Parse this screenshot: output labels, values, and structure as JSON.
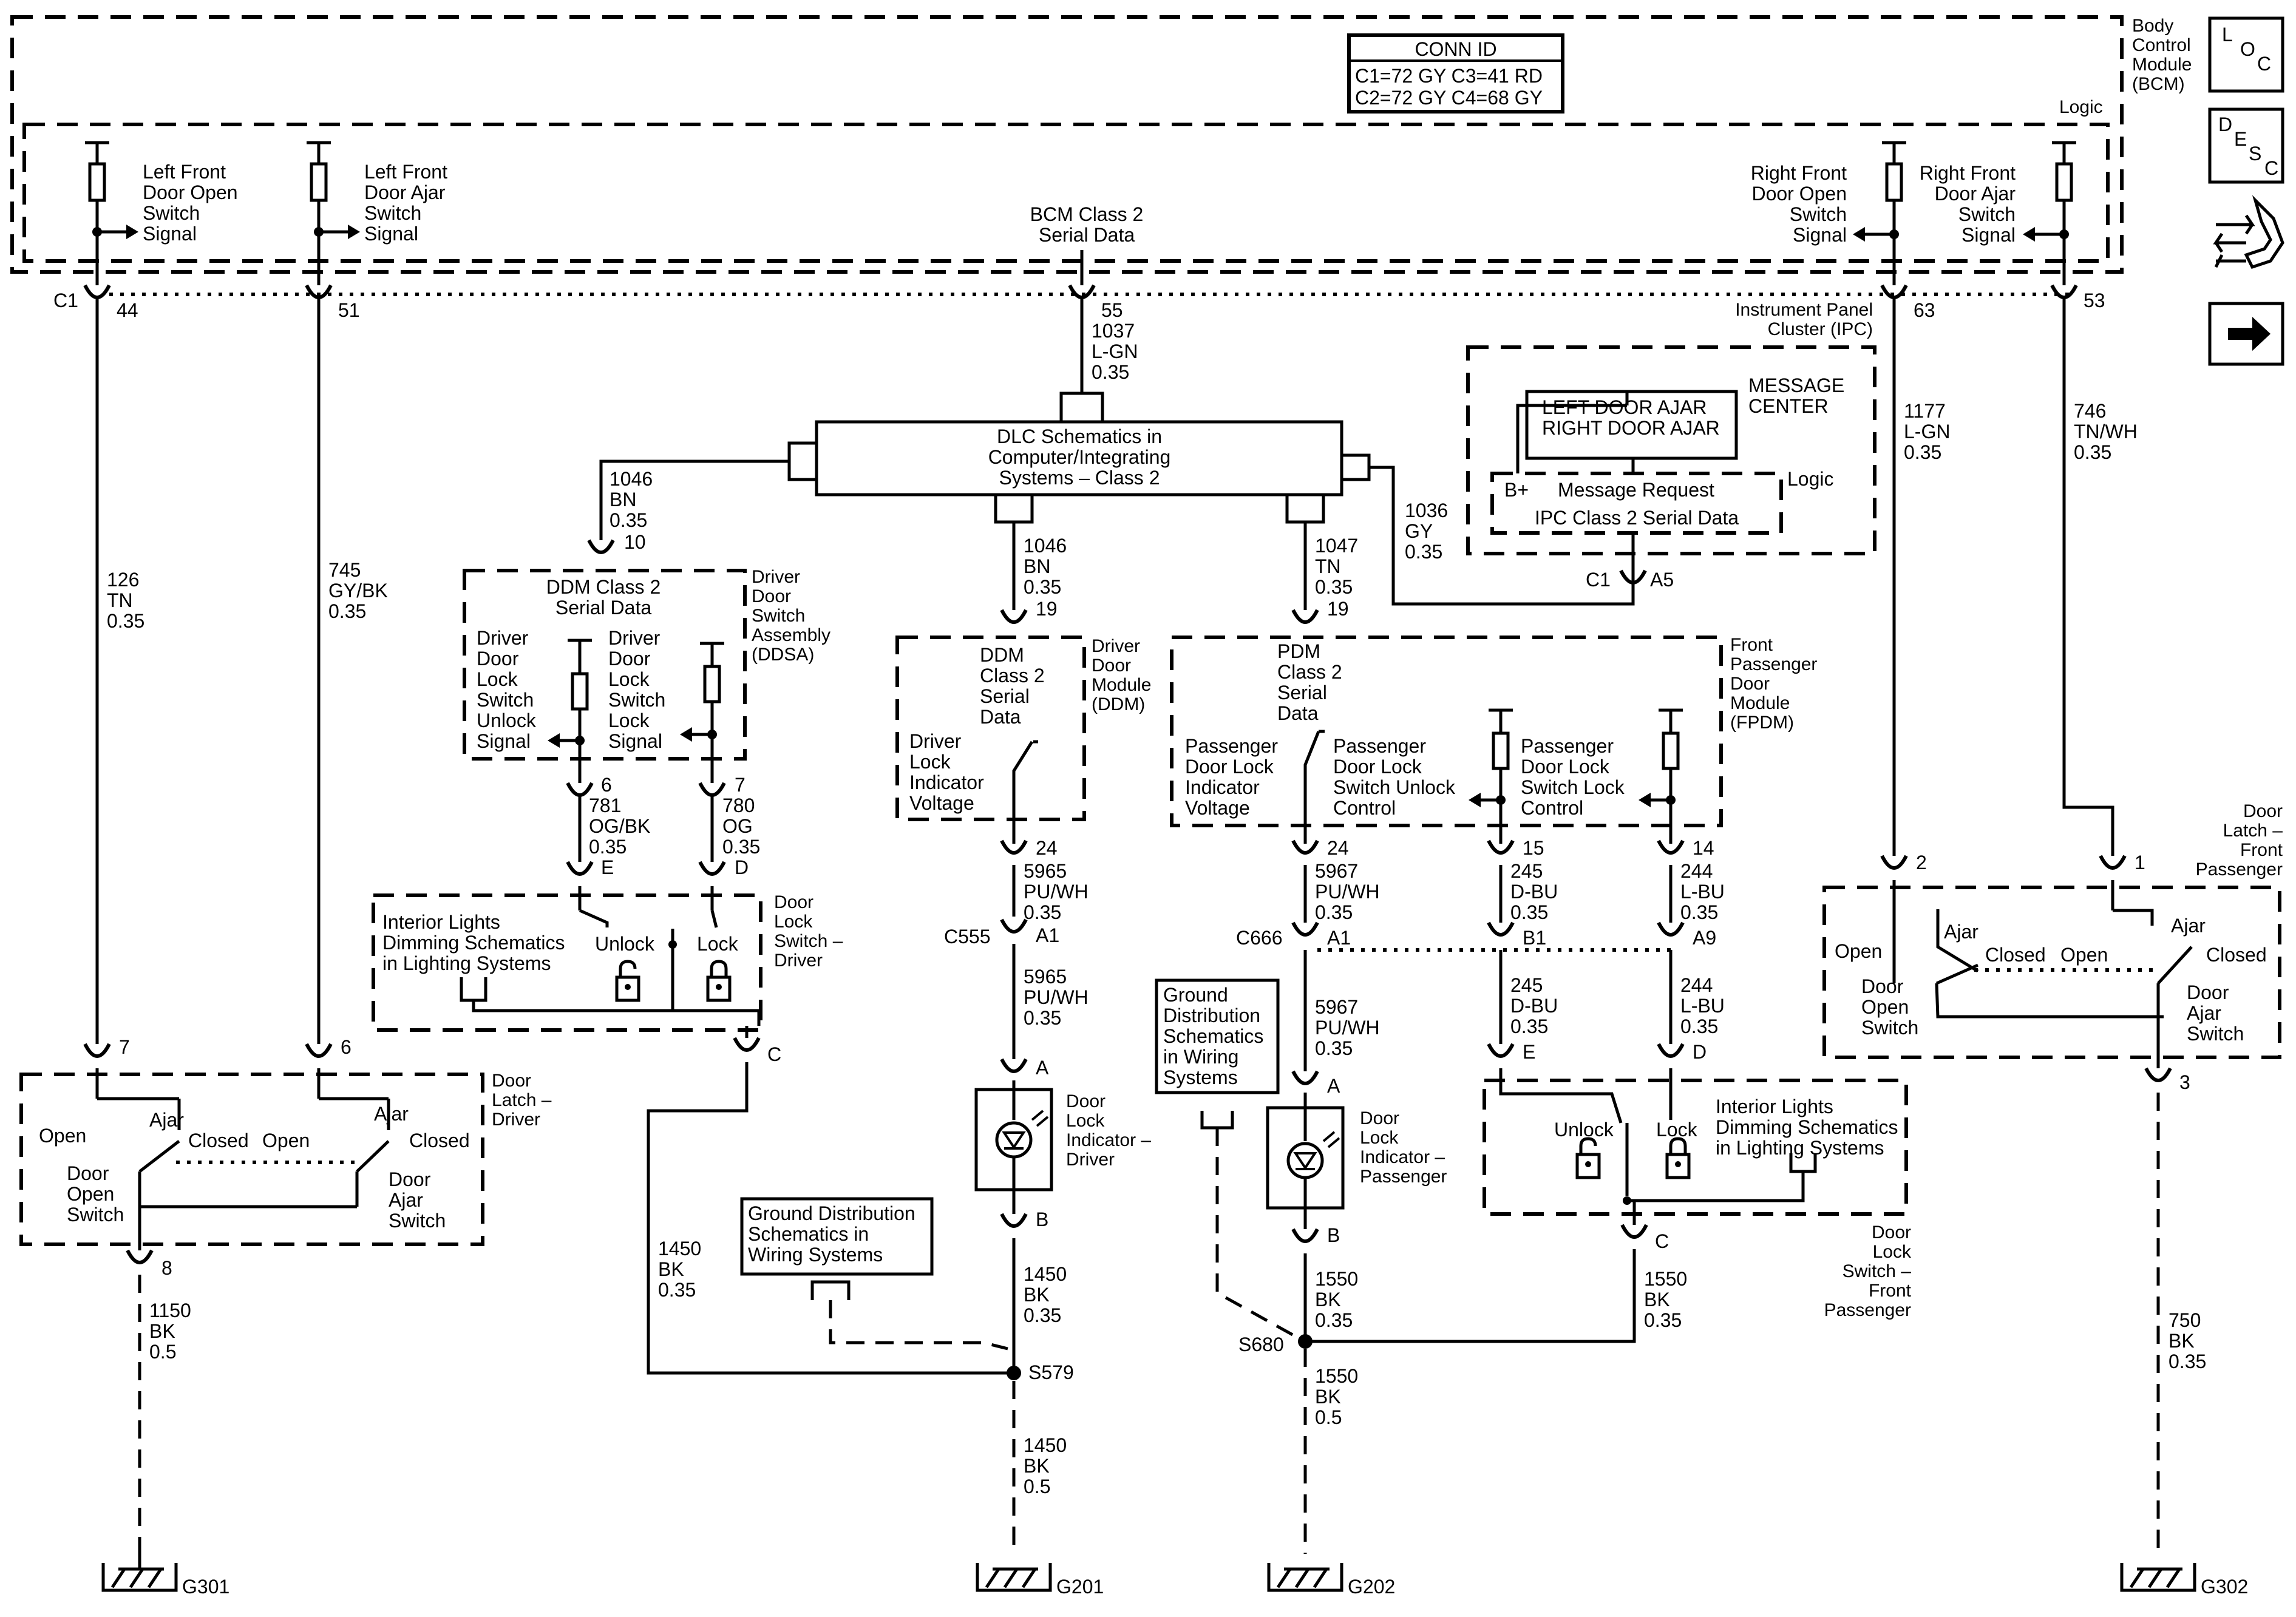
{
  "nav_icons": {
    "loc": {
      "l": "L",
      "o": "O",
      "c": "C"
    },
    "desc": {
      "d": "D",
      "e": "E",
      "s": "S",
      "c": "C"
    },
    "connector_icon": "connector-end-view-icon",
    "next_icon": "right-arrow-icon"
  },
  "conn_id": {
    "title": "CONN ID",
    "row1": "C1=72 GY  C3=41 RD",
    "row2": "C2=72 GY  C4=68 GY"
  },
  "bcm": {
    "name": [
      "Body",
      "Control",
      "Module",
      "(BCM)"
    ],
    "logic": "Logic",
    "signals": {
      "lf_open": [
        "Left Front",
        "Door Open",
        "Switch",
        "Signal"
      ],
      "lf_ajar": [
        "Left Front",
        "Door Ajar",
        "Switch",
        "Signal"
      ],
      "class2": [
        "BCM Class 2",
        "Serial Data"
      ],
      "rf_open": [
        "Right Front",
        "Door Open",
        "Switch",
        "Signal"
      ],
      "rf_ajar": [
        "Right Front",
        "Door Ajar",
        "Switch",
        "Signal"
      ]
    },
    "connector": "C1",
    "pins": {
      "p44": "44",
      "p51": "51",
      "p55": "55",
      "p63": "63",
      "p53": "53"
    }
  },
  "wires": {
    "w126": [
      "126",
      "TN",
      "0.35"
    ],
    "w745": [
      "745",
      "GY/BK",
      "0.35"
    ],
    "w1037": [
      "1037",
      "L-GN",
      "0.35"
    ],
    "w1177": [
      "1177",
      "L-GN",
      "0.35"
    ],
    "w746": [
      "746",
      "TN/WH",
      "0.35"
    ],
    "w1046a": [
      "1046",
      "BN",
      "0.35"
    ],
    "w1036": [
      "1036",
      "GY",
      "0.35"
    ],
    "w1046b": [
      "1046",
      "BN",
      "0.35"
    ],
    "w1047": [
      "1047",
      "TN",
      "0.35"
    ],
    "w781": [
      "781",
      "OG/BK",
      "0.35"
    ],
    "w780": [
      "780",
      "OG",
      "0.35"
    ],
    "w5965a": [
      "5965",
      "PU/WH",
      "0.35"
    ],
    "w5965b": [
      "5965",
      "PU/WH",
      "0.35"
    ],
    "w5967a": [
      "5967",
      "PU/WH",
      "0.35"
    ],
    "w5967b": [
      "5967",
      "PU/WH",
      "0.35"
    ],
    "w245a": [
      "245",
      "D-BU",
      "0.35"
    ],
    "w245b": [
      "245",
      "D-BU",
      "0.35"
    ],
    "w244a": [
      "244",
      "L-BU",
      "0.35"
    ],
    "w244b": [
      "244",
      "L-BU",
      "0.35"
    ],
    "w1450a": [
      "1450",
      "BK",
      "0.35"
    ],
    "w1450b": [
      "1450",
      "BK",
      "0.35"
    ],
    "w1450c": [
      "1450",
      "BK",
      "0.5"
    ],
    "w1550a": [
      "1550",
      "BK",
      "0.35"
    ],
    "w1550b": [
      "1550",
      "BK",
      "0.35"
    ],
    "w1550c": [
      "1550",
      "BK",
      "0.5"
    ],
    "w1150": [
      "1150",
      "BK",
      "0.5"
    ],
    "w750": [
      "750",
      "BK",
      "0.35"
    ]
  },
  "dlc": {
    "label": [
      "DLC Schematics in",
      "Computer/Integrating",
      "Systems – Class 2"
    ]
  },
  "ipc": {
    "name": [
      "Instrument Panel",
      "Cluster (IPC)"
    ],
    "messages": [
      "LEFT DOOR AJAR",
      "RIGHT DOOR AJAR"
    ],
    "message_center": [
      "MESSAGE",
      "CENTER"
    ],
    "bplus": "B+",
    "message_request": "Message Request",
    "logic": "Logic",
    "class2": "IPC Class 2 Serial Data",
    "connector": "C1",
    "pin": "A5"
  },
  "ddsa": {
    "name": [
      "Driver",
      "Door",
      "Switch",
      "Assembly",
      "(DDSA)"
    ],
    "class2": [
      "DDM Class 2",
      "Serial Data"
    ],
    "pin_in": "10",
    "unlock_signal": [
      "Driver",
      "Door",
      "Lock",
      "Switch",
      "Unlock",
      "Signal"
    ],
    "lock_signal": [
      "Driver",
      "Door",
      "Lock",
      "Switch",
      "Lock",
      "Signal"
    ],
    "pin6": "6",
    "pin7": "7"
  },
  "ddm": {
    "name": [
      "Driver",
      "Door",
      "Module",
      "(DDM)"
    ],
    "class2": [
      "DDM",
      "Class 2",
      "Serial",
      "Data"
    ],
    "indicator": [
      "Driver",
      "Lock",
      "Indicator",
      "Voltage"
    ],
    "pin19": "19",
    "pin24": "24"
  },
  "fpdm": {
    "name": [
      "Front",
      "Passenger",
      "Door",
      "Module",
      "(FPDM)"
    ],
    "class2": [
      "PDM",
      "Class 2",
      "Serial",
      "Data"
    ],
    "indicator": [
      "Passenger",
      "Door Lock",
      "Indicator",
      "Voltage"
    ],
    "unlock": [
      "Passenger",
      "Door Lock",
      "Switch Unlock",
      "Control"
    ],
    "lock": [
      "Passenger",
      "Door Lock",
      "Switch Lock",
      "Control"
    ],
    "pin19": "19",
    "pin24": "24",
    "pin15": "15",
    "pin14": "14"
  },
  "dls_driver": {
    "name": [
      "Door",
      "Lock",
      "Switch –",
      "Driver"
    ],
    "ref": [
      "Interior Lights",
      "Dimming Schematics",
      "in Lighting Systems"
    ],
    "unlock": "Unlock",
    "lock": "Lock",
    "pinE": "E",
    "pinD": "D",
    "pinC": "C"
  },
  "dls_pass": {
    "name": [
      "Door",
      "Lock",
      "Switch –",
      "Front",
      "Passenger"
    ],
    "ref": [
      "Interior Lights",
      "Dimming Schematics",
      "in Lighting Systems"
    ],
    "unlock": "Unlock",
    "lock": "Lock",
    "pinE": "E",
    "pinD": "D",
    "pinC": "C"
  },
  "c555": {
    "name": "C555",
    "pin": "A1"
  },
  "c666": {
    "name": "C666",
    "pinA1": "A1",
    "pinB1": "B1",
    "pinA9": "A9"
  },
  "ind_driver": {
    "name": [
      "Door",
      "Lock",
      "Indicator –",
      "Driver"
    ],
    "pinA": "A",
    "pinB": "B"
  },
  "ind_pass": {
    "name": [
      "Door",
      "Lock",
      "Indicator –",
      "Passenger"
    ],
    "pinA": "A",
    "pinB": "B"
  },
  "latch_driver": {
    "name": [
      "Door",
      "Latch –",
      "Driver"
    ],
    "pin7": "7",
    "pin6": "6",
    "pin8": "8",
    "open1": "Open",
    "ajar1": "Ajar",
    "closed1": "Closed",
    "open2": "Open",
    "ajar2": "Ajar",
    "closed2": "Closed",
    "open_switch": [
      "Door",
      "Open",
      "Switch"
    ],
    "ajar_switch": [
      "Door",
      "Ajar",
      "Switch"
    ]
  },
  "latch_pass": {
    "name": [
      "Door",
      "Latch –",
      "Front",
      "Passenger"
    ],
    "pin2": "2",
    "pin1": "1",
    "pin3": "3",
    "open1": "Open",
    "ajar1": "Ajar",
    "closed1": "Closed",
    "open2": "Open",
    "ajar2": "Ajar",
    "closed2": "Closed",
    "open_switch": [
      "Door",
      "Open",
      "Switch"
    ],
    "ajar_switch": [
      "Door",
      "Ajar",
      "Switch"
    ]
  },
  "ground_ref_left": [
    "Ground Distribution",
    "Schematics in",
    "Wiring Systems"
  ],
  "ground_ref_right": [
    "Ground",
    "Distribution",
    "Schematics",
    "in Wiring",
    "Systems"
  ],
  "splices": {
    "s579": "S579",
    "s680": "S680"
  },
  "grounds": {
    "g301": "G301",
    "g201": "G201",
    "g202": "G202",
    "g302": "G302"
  }
}
